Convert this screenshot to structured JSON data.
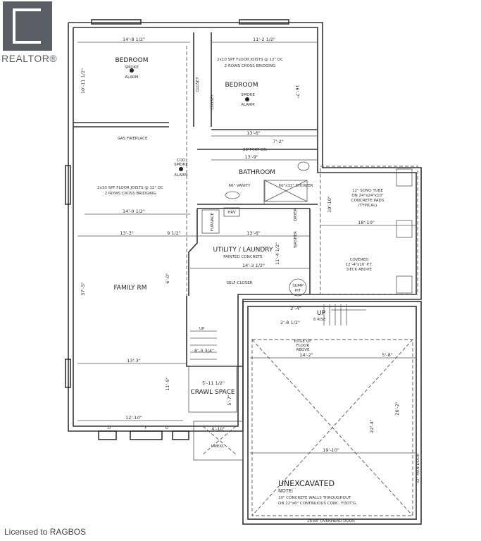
{
  "logo": {
    "text": "REALTOR®"
  },
  "footer": {
    "license": "Licensed to RAGBOS"
  },
  "plan": {
    "rooms": {
      "bedroom1": "BEDROOM",
      "bedroom2": "BEDROOM",
      "bathroom": "BATHROOM",
      "utility": "UTILITY / LAUNDRY",
      "utility_sub": "PAINTED CONCRETE",
      "family": "FAMILY RM",
      "crawl": "CRAWL SPACE",
      "unexcavated": "UNEXCAVATED",
      "unexc_small": "UNEXC."
    },
    "labels": {
      "smoke1": "SMOKE",
      "alarm1": "ALARM",
      "smoke2": "SMOKE",
      "alarm2": "ALARM",
      "cod1": "COD",
      "cod2": "SMOKE",
      "cod3": "ALARM",
      "fireplace": "GAS FIREPLACE",
      "closet1": "CLOSET",
      "closet2": "CLOSET",
      "joists1a": "2x10 SPF FLOOR JOISTS @ 12\" OC",
      "joists1b": "2 ROWS  CROSS BRIDGING",
      "joists2a": "2x10 SPF FLOOR JOISTS @ 12\" OC",
      "joists2b": "2 ROWS  CROSS BRIDGING",
      "pocket": "28\"PCKT DR.",
      "vanity": "66\" VANITY",
      "shower": "60\"x32\" SHOWER",
      "hrv": "HRV",
      "furnace": "FURNACE",
      "washer": "WASHER",
      "dryer": "DRYER",
      "selfcloser": "SELF-CLOSER",
      "sump1": "SUMP",
      "sump2": "PIT",
      "up1": "UP",
      "up2": "UP",
      "rise": "6 RISE",
      "sono1": "12\" SONO TUBE",
      "sono2": "ON 24\"x24\"x10\"",
      "sono3": "CONCRETE PADS",
      "sono4": "(TYPICAL)",
      "deck1": "COVERED",
      "deck2": "12'-4\"x16' P.T.",
      "deck3": "DECK ABOVE",
      "edge1": "EDGE OF",
      "edge2": "FLOOR",
      "edge3": "ABOVE",
      "note": "NOTE:",
      "note1": "10\" CONCRETE WALLS THROUGHOUT",
      "note2": "ON 22\"x6\" CONTINUOUS CONC. FOOT'G.",
      "overhead": "16'x8' OVERHEAD DOOR",
      "mandoor": "32\" MAN DOOR",
      "win_d1": "D",
      "win_f": "F",
      "win_d2": "D"
    },
    "dims": {
      "d1": "14'-8 1/2\"",
      "d2": "11'-2 1/2\"",
      "d3": "10'-11 1/2\"",
      "d4": "16'-7\"",
      "d5": "13'-6\"",
      "d6": "7'-2\"",
      "d7": "13'-9\"",
      "d8": "14'-0 1/2\"",
      "d9": "13'-3\"",
      "d10": "9 1/2\"",
      "d11": "13'-6\"",
      "d12": "14'-3 1/2\"",
      "d13": "37'-5\"",
      "d14": "6'-0\"",
      "d15": "11'-4 1/2\"",
      "d16": "10'-10\"",
      "d17": "18'-10\"",
      "d18": "2'-4\"",
      "d19": "2'-8 1/2\"",
      "d20": "14'-2\"",
      "d21": "5'-8\"",
      "d22": "13'-3\"",
      "d23": "8'-3 3/4\"",
      "d24": "5'-11 1/2\"",
      "d25": "11'-9\"",
      "d26": "12'-10\"",
      "d27": "19'-10\"",
      "d28": "22'-4\"",
      "d29": "26'-2\"",
      "d30": "5'-7\"",
      "d31": "4'-10\""
    }
  }
}
